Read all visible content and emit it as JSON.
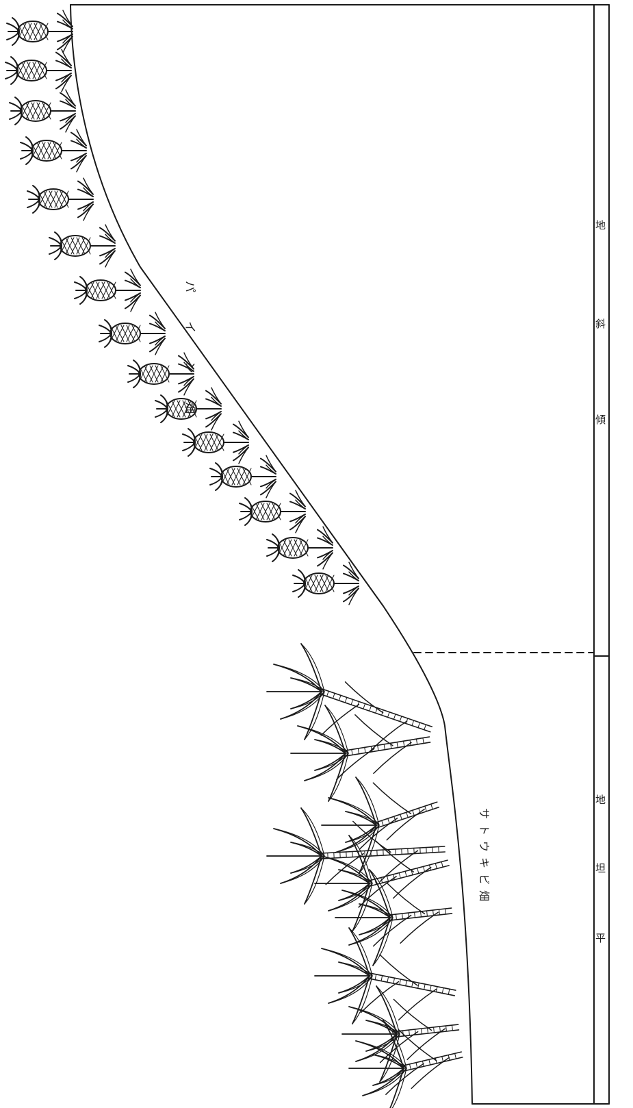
{
  "figure": {
    "image_type": "rotated cross-section sketch of terraced farmland",
    "bottom_strip_labels": [
      "地",
      "斜",
      "傾",
      "地",
      "坦",
      "平"
    ],
    "pineapple_field_label": "パイン畑",
    "sugarcane_field_label": "サトウキビ畑",
    "pineapple_count": 15,
    "sugarcane_count": 9,
    "ink_color": "#1a1a1a",
    "paper_color": "#ffffff"
  }
}
